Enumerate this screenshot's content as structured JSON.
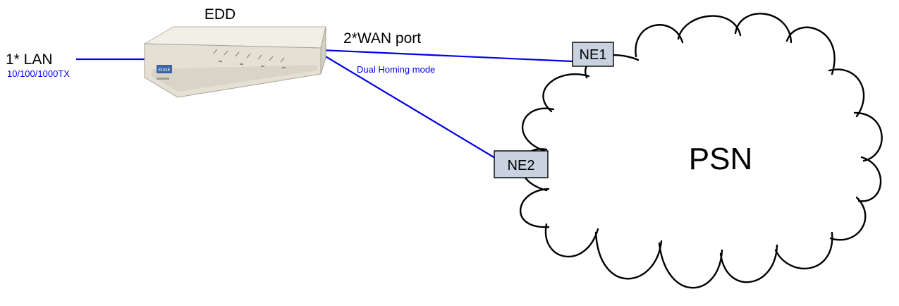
{
  "device": {
    "title": "EDD",
    "badge": "EDGE"
  },
  "lan": {
    "label": "1* LAN",
    "speed": "10/100/1000TX"
  },
  "wan": {
    "label": "2*WAN port",
    "mode": "Dual Homing mode"
  },
  "network": {
    "label": "PSN"
  },
  "nodes": {
    "ne1": "NE1",
    "ne2": "NE2"
  },
  "colors": {
    "link": "#0000ee",
    "node_fill": "#c8d2e0",
    "cloud_stroke": "#000000",
    "device_body": "#ece9dc"
  }
}
